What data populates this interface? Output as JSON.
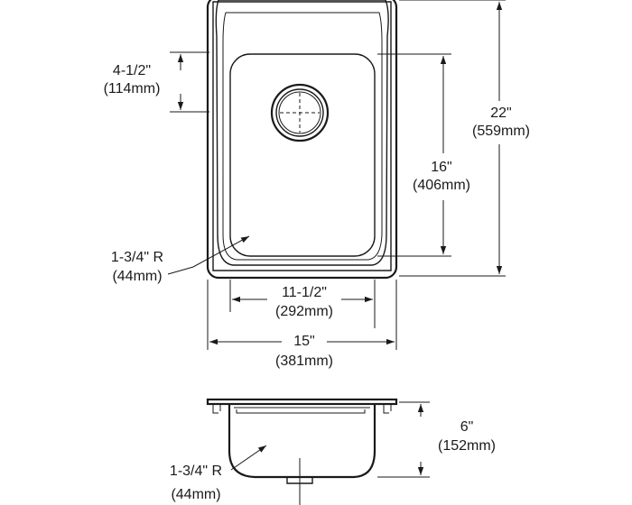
{
  "plan_view": {
    "sink_width": {
      "imperial": "15\"",
      "metric": "(381mm)"
    },
    "sink_length": {
      "imperial": "22\"",
      "metric": "(559mm)"
    },
    "bowl_width": {
      "imperial": "11-1/2\"",
      "metric": "(292mm)"
    },
    "bowl_length": {
      "imperial": "16\"",
      "metric": "(406mm)"
    },
    "drain_offset": {
      "imperial": "4-1/2\"",
      "metric": "(114mm)"
    },
    "corner_radius": {
      "imperial": "1-3/4\" R",
      "metric": "(44mm)"
    }
  },
  "side_view": {
    "bowl_depth": {
      "imperial": "6\"",
      "metric": "(152mm)"
    },
    "corner_radius": {
      "imperial": "1-3/4\" R",
      "metric": "(44mm)"
    }
  }
}
